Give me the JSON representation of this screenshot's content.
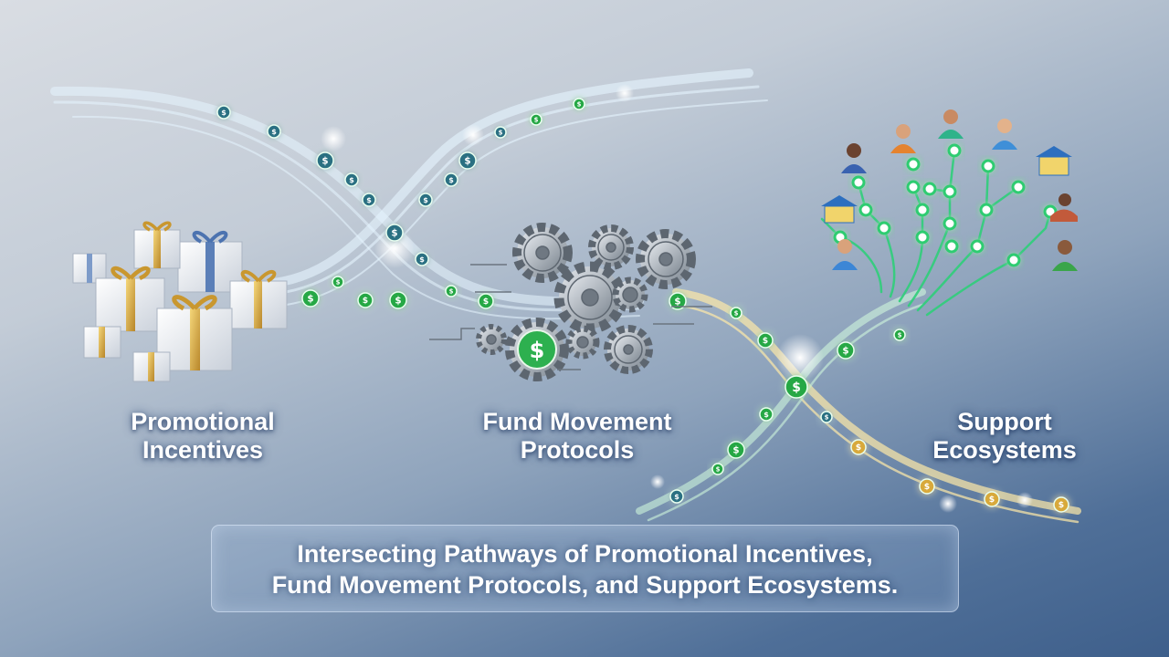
{
  "labels": {
    "promotional": [
      "Promotional",
      "Incentives"
    ],
    "fund": [
      "Fund Movement",
      "Protocols"
    ],
    "support": [
      "Support",
      "Ecosystems"
    ]
  },
  "caption": [
    "Intersecting Pathways of Promotional Incentives,",
    "Fund Movement Protocols, and Support Ecosystems."
  ],
  "icons": {
    "coin_symbol": "$"
  },
  "colors": {
    "path_blue": "#dff3ff",
    "path_gold": "#ffe9a8",
    "circuit_green": "#2ecc71",
    "coin_teal": "#2b6f82",
    "coin_green": "#27a845",
    "gear_grey": "#a9b1ba",
    "gift_white": "#eef1f5",
    "gift_ribbon": "#d8a93a"
  }
}
